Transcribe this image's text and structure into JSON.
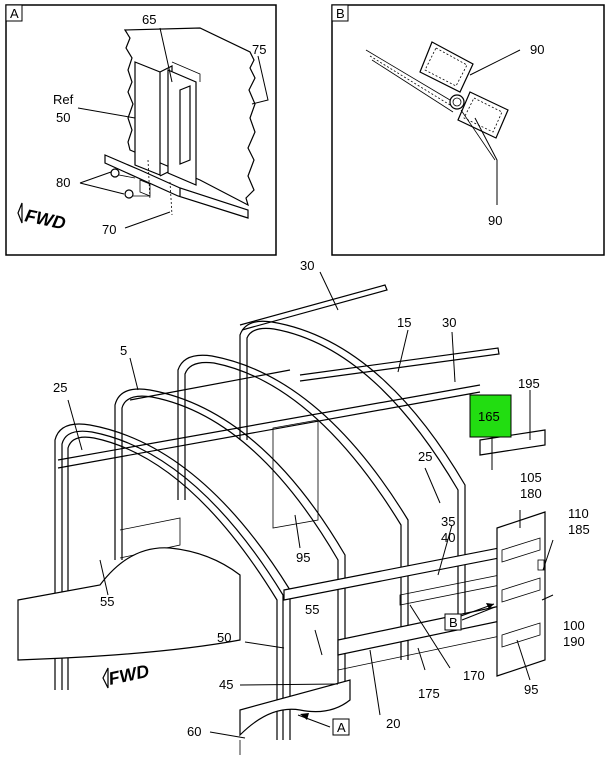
{
  "detail_a": {
    "letter": "A",
    "labels": {
      "n65": "65",
      "n75": "75",
      "ref": "Ref",
      "ref50": "50",
      "n80": "80",
      "n70": "70",
      "fwd": "FWD"
    }
  },
  "detail_b": {
    "letter": "B",
    "labels": {
      "n90a": "90",
      "n90b": "90"
    }
  },
  "main": {
    "labels": {
      "n30a": "30",
      "n15": "15",
      "n30b": "30",
      "n5": "5",
      "n195": "195",
      "n25a": "25",
      "n165": "165",
      "n25b": "25",
      "n105": "105",
      "n180": "180",
      "n110": "110",
      "n185": "185",
      "n35": "35",
      "n40": "40",
      "n95a": "95",
      "n55a": "55",
      "n55b": "55",
      "n50": "50",
      "callout_b": "B",
      "n100": "100",
      "n190": "190",
      "n170": "170",
      "n45": "45",
      "n175": "175",
      "n95b": "95",
      "n60": "60",
      "callout_a": "A",
      "n20": "20",
      "fwd": "FWD"
    },
    "highlight_color": "#22dd11"
  }
}
